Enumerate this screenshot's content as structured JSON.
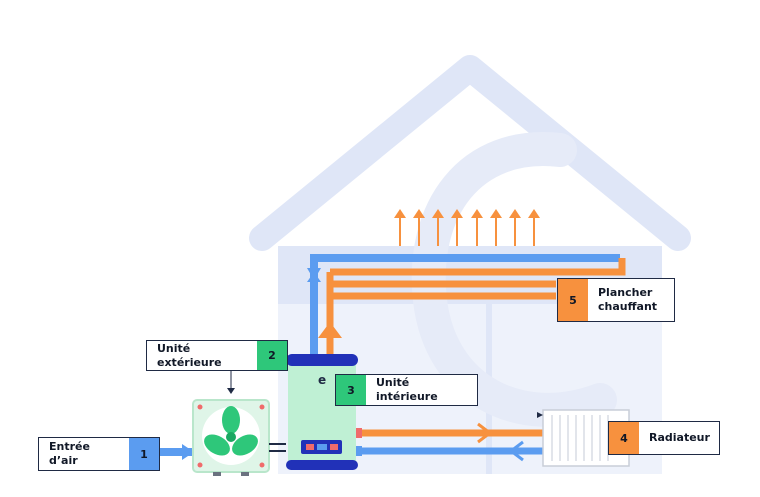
{
  "labels": {
    "entree_air": {
      "text": "Entrée d’air",
      "number": "1"
    },
    "unite_exterieure": {
      "text": "Unité extérieure",
      "number": "2"
    },
    "unite_interieure": {
      "text": "Unité intérieure",
      "number": "3"
    },
    "radiateur": {
      "text": "Radiateur",
      "number": "4"
    },
    "plancher_chauffant": {
      "text": "Plancher chauffant",
      "number": "5"
    }
  },
  "indoor_unit_mark": "e",
  "colors": {
    "house": "#dfe6f7",
    "hot_pipe": "#f7913e",
    "cold_pipe": "#5b9cf0",
    "outdoor_unit": "#dff5e8",
    "fan": "#2ec77a",
    "indoor_tank": "#bff0d4",
    "tank_cap": "#2131b8"
  }
}
